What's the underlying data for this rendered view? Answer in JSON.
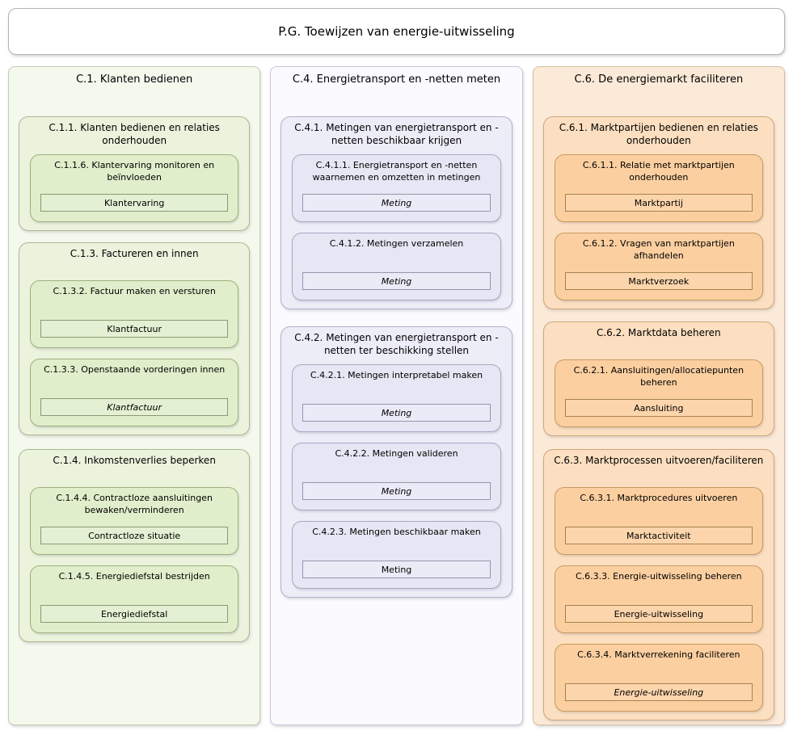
{
  "title": "P.G. Toewijzen van energie-uitwisseling",
  "colors": {
    "green": {
      "column": "#f4f9ee",
      "group": "#ebf3dd",
      "process": "#e0eecb",
      "object": "#e4f0d3"
    },
    "lavender": {
      "column": "#fafaff",
      "group": "#ededf8",
      "process": "#e6e6f4",
      "object": "#ebebf8"
    },
    "orange": {
      "column": "#fcead8",
      "group": "#fcdfc0",
      "process": "#fccfa0",
      "object": "#fdd5ac"
    }
  },
  "columns": [
    {
      "label": "C.1. Klanten bedienen",
      "theme": "green",
      "groups": [
        {
          "label": "C.1.1. Klanten bedienen en relaties onderhouden",
          "processes": [
            {
              "label": "C.1.1.6. Klantervaring monitoren en beïnvloeden",
              "object": "Klantervaring",
              "style": "normal"
            }
          ]
        },
        {
          "label": "C.1.3. Factureren en innen",
          "processes": [
            {
              "label": "C.1.3.2. Factuur maken en versturen",
              "object": "Klantfactuur",
              "style": "normal"
            },
            {
              "label": "C.1.3.3. Openstaande vorderingen innen",
              "object": "Klantfactuur",
              "style": "italic"
            }
          ]
        },
        {
          "label": "C.1.4. Inkomstenverlies beperken",
          "processes": [
            {
              "label": "C.1.4.4. Contractloze aansluitingen bewaken/verminderen",
              "object": "Contractloze situatie",
              "style": "normal"
            },
            {
              "label": "C.1.4.5. Energiediefstal bestrijden",
              "object": "Energiediefstal",
              "style": "normal"
            }
          ]
        }
      ]
    },
    {
      "label": "C.4. Energietransport en -netten meten",
      "theme": "lavender",
      "groups": [
        {
          "label": "C.4.1. Metingen van energietransport en -netten beschikbaar krijgen",
          "processes": [
            {
              "label": "C.4.1.1. Energietransport en -netten waarnemen en omzetten in metingen",
              "object": "Meting",
              "style": "italic"
            },
            {
              "label": "C.4.1.2. Metingen verzamelen",
              "object": "Meting",
              "style": "italic"
            }
          ]
        },
        {
          "label": "C.4.2. Metingen van energietransport en -netten ter beschikking stellen",
          "processes": [
            {
              "label": "C.4.2.1. Metingen interpretabel maken",
              "object": "Meting",
              "style": "italic"
            },
            {
              "label": "C.4.2.2. Metingen valideren",
              "object": "Meting",
              "style": "italic"
            },
            {
              "label": "C.4.2.3. Metingen beschikbaar maken",
              "object": "Meting",
              "style": "normal"
            }
          ]
        }
      ]
    },
    {
      "label": "C.6. De energiemarkt faciliteren",
      "theme": "orange",
      "groups": [
        {
          "label": "C.6.1. Marktpartijen bedienen en relaties onderhouden",
          "processes": [
            {
              "label": "C.6.1.1. Relatie met marktpartijen onderhouden",
              "object": "Marktpartij",
              "style": "normal"
            },
            {
              "label": "C.6.1.2. Vragen van marktpartijen afhandelen",
              "object": "Marktverzoek",
              "style": "normal"
            }
          ]
        },
        {
          "label": "C.6.2. Marktdata beheren",
          "processes": [
            {
              "label": "C.6.2.1. Aansluitingen/allocatiepunten beheren",
              "object": "Aansluiting",
              "style": "normal"
            }
          ]
        },
        {
          "label": "C.6.3. Marktprocessen uitvoeren/faciliteren",
          "processes": [
            {
              "label": "C.6.3.1. Marktprocedures uitvoeren",
              "object": "Marktactiviteit",
              "style": "normal"
            },
            {
              "label": "C.6.3.3. Energie-uitwisseling beheren",
              "object": "Energie-uitwisseling",
              "style": "normal"
            },
            {
              "label": "C.6.3.4. Marktverrekening faciliteren",
              "object": "Energie-uitwisseling",
              "style": "italic"
            }
          ]
        }
      ]
    }
  ]
}
